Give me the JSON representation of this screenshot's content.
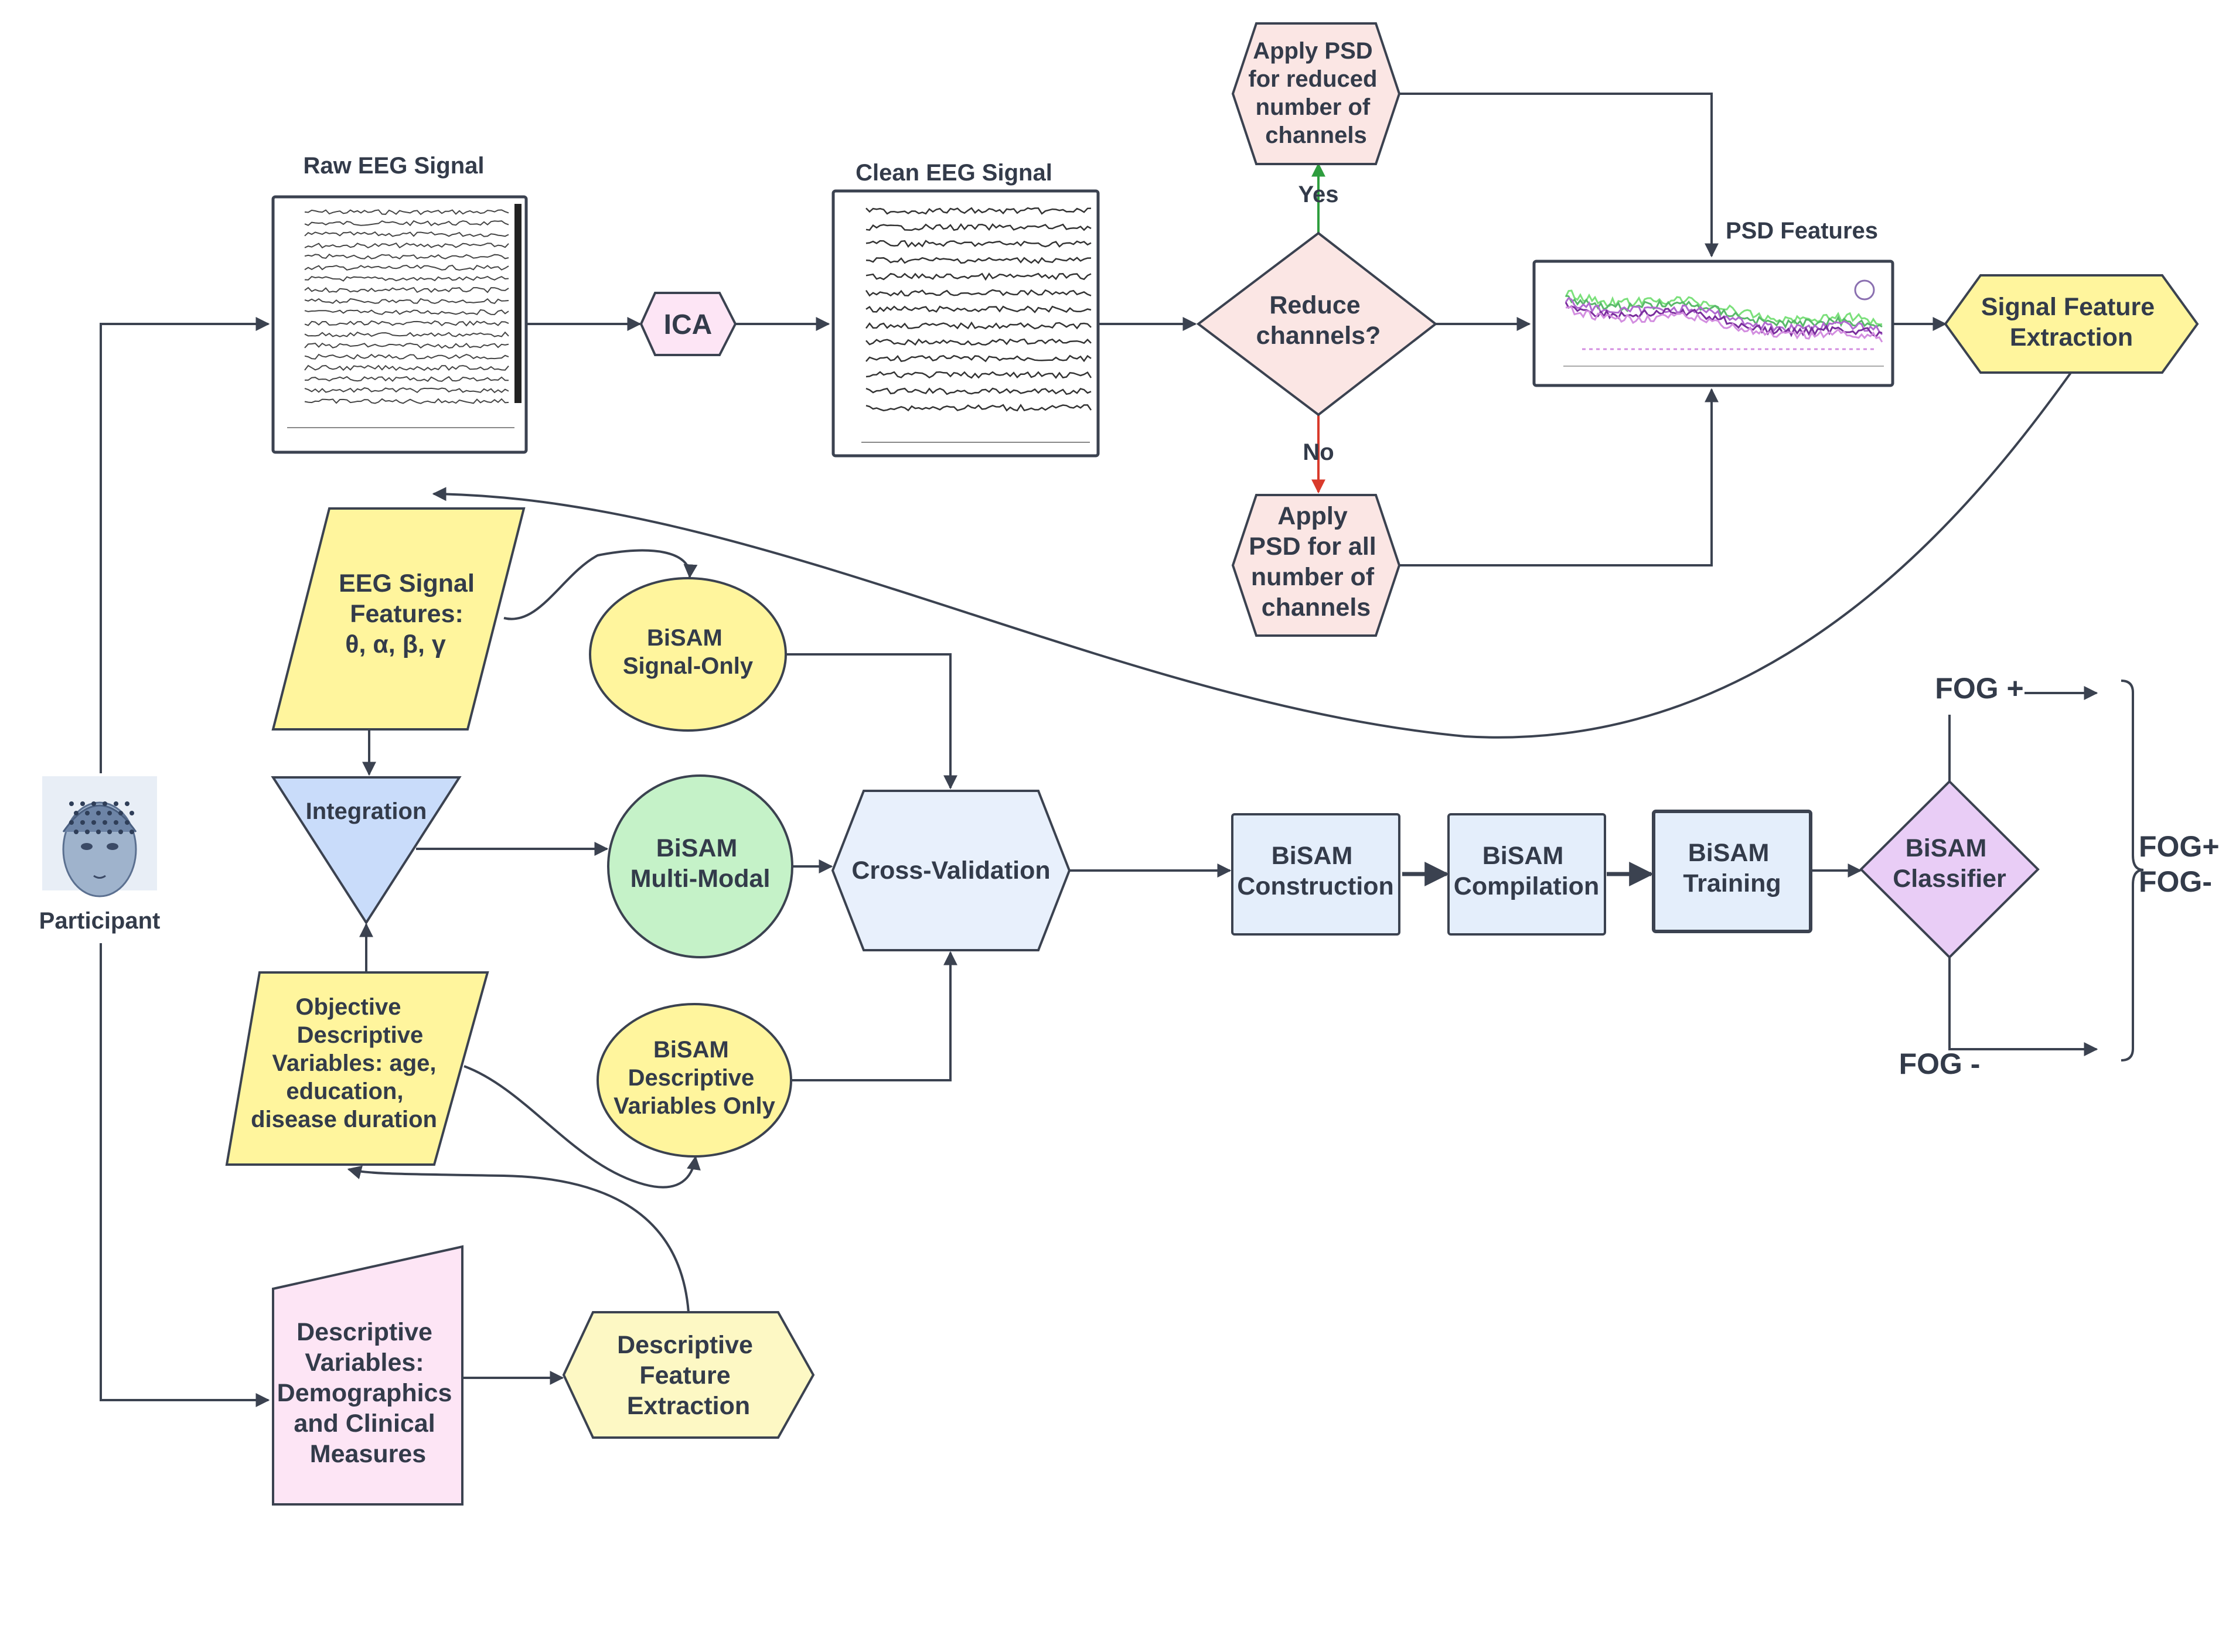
{
  "nodes": {
    "raw_title": "Raw EEG Signal",
    "ica": "ICA",
    "clean_title": "Clean EEG Signal",
    "reduce": [
      "Reduce",
      "channels?"
    ],
    "yes": "Yes",
    "no": "No",
    "psd_reduced": [
      "Apply PSD",
      "for reduced",
      "number of",
      "channels"
    ],
    "psd_all": [
      "Apply",
      "PSD for all",
      "number of",
      "channels"
    ],
    "psd_title": "PSD Features",
    "signal_fe": [
      "Signal Feature",
      "Extraction"
    ],
    "eeg_features": [
      "EEG Signal",
      "Features:",
      "θ, α, β, γ"
    ],
    "signal_only": [
      "BiSAM",
      "Signal-Only"
    ],
    "integration": "Integration",
    "multimodal": [
      "BiSAM",
      "Multi-Modal"
    ],
    "cross_validation": "Cross-Validation",
    "construction": [
      "BiSAM",
      "Construction"
    ],
    "compilation": [
      "BiSAM",
      "Compilation"
    ],
    "training": [
      "BiSAM",
      "Training"
    ],
    "classifier": [
      "BiSAM",
      "Classifier"
    ],
    "fog_plus": "FOG +",
    "fog_minus": "FOG -",
    "output": [
      "FOG+",
      "FOG-"
    ],
    "objective": [
      "Objective",
      "Descriptive",
      "Variables:   age,",
      "education,",
      "disease duration"
    ],
    "desc_only": [
      "BiSAM",
      "Descriptive",
      "Variables Only"
    ],
    "participant": "Participant",
    "desc_vars": [
      "Descriptive",
      "Variables:",
      "Demographics",
      "and Clinical",
      "Measures"
    ],
    "desc_fe": [
      "Descriptive",
      "Feature",
      "Extraction"
    ]
  },
  "colors": {
    "line": "#3b4250",
    "yellow": "#fff59d",
    "light_yellow": "#fdf8c4",
    "pink": "#fbe6e4",
    "light_pink": "#fde5f5",
    "blue_box": "#e4eefb",
    "integration_blue": "#c9dcfa",
    "green": "#c5f2c8",
    "violet": "#e9cdf6",
    "cv_blue": "#e8f0fc",
    "yes_arrow": "#2e9d3e",
    "no_arrow": "#d93a2b"
  },
  "icons": {
    "participant": "head-with-eeg-cap-icon",
    "raw_eeg": "raw-eeg-trace-plot",
    "clean_eeg": "clean-eeg-trace-plot",
    "psd": "psd-spectrum-plot"
  }
}
